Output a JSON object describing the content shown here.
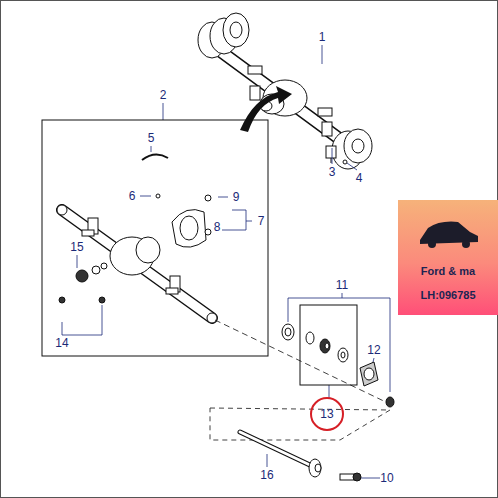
{
  "diagram": {
    "nodes": [
      {
        "text": [
          "Ford & ma",
          "LH:096785"
        ]
      }
    ],
    "labels": [
      "1",
      "2",
      "3",
      "4",
      "5",
      "6",
      "9",
      "7",
      "8",
      "15",
      "14",
      "11",
      "12",
      "13",
      "16",
      "10"
    ]
  }
}
